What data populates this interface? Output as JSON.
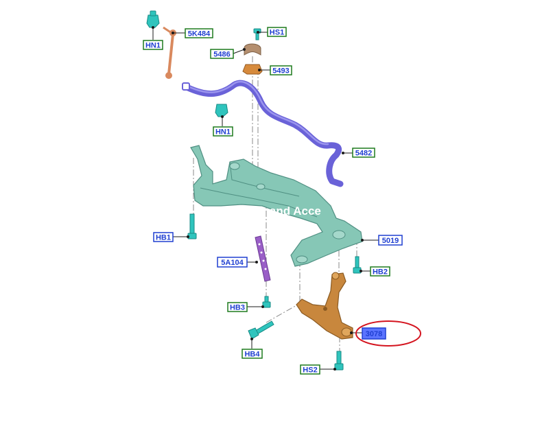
{
  "watermark": "arts and Acce",
  "colors": {
    "hardware": "#2fc4bd",
    "stabilizer_bar": "#6a62d8",
    "link": "#d9895e",
    "bracket": "#d68a3c",
    "bushing": "#b48f6f",
    "subframe": "#86c7b6",
    "plate": "#9a5fc7",
    "control_arm": "#c8873d",
    "label_green": "#1d7a1d",
    "label_blue": "#1f3fd1",
    "label_fill_selected": "#5b74ff",
    "highlight": "#d4141f"
  },
  "callouts": {
    "hn1_top": {
      "text": "HN1",
      "style": "green"
    },
    "k5484": {
      "text": "5K484",
      "style": "green"
    },
    "hs1": {
      "text": "HS1",
      "style": "green"
    },
    "p5486": {
      "text": "5486",
      "style": "green"
    },
    "p5493": {
      "text": "5493",
      "style": "green"
    },
    "hn1_low": {
      "text": "HN1",
      "style": "green"
    },
    "p5482": {
      "text": "5482",
      "style": "blue"
    },
    "hb1": {
      "text": "HB1",
      "style": "blue"
    },
    "p5019": {
      "text": "5019",
      "style": "blue"
    },
    "a5104": {
      "text": "5A104",
      "style": "blue"
    },
    "hb2": {
      "text": "HB2",
      "style": "green"
    },
    "hb3": {
      "text": "HB3",
      "style": "green"
    },
    "p3078": {
      "text": "3078",
      "style": "selected"
    },
    "hb4": {
      "text": "HB4",
      "style": "green"
    },
    "hs2": {
      "text": "HS2",
      "style": "green"
    }
  }
}
